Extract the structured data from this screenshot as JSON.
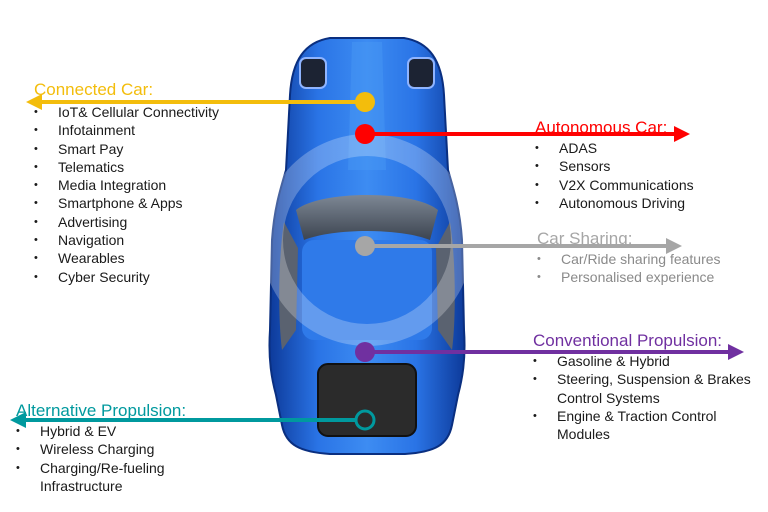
{
  "colors": {
    "connected": "#f3bd0c",
    "autonomous": "#ff0000",
    "sharing": "#a6a6a6",
    "conventional": "#7030a0",
    "alternative": "#00999e",
    "car_body": "#1f5fd0",
    "car_dark": "#2e2e2e"
  },
  "groups": {
    "connected": {
      "title": "Connected Car:",
      "items": [
        "IoT& Cellular Connectivity",
        "Infotainment",
        "Smart Pay",
        "Telematics",
        "Media Integration",
        "Smartphone & Apps",
        "Advertising",
        "Navigation",
        "Wearables",
        "Cyber Security"
      ]
    },
    "autonomous": {
      "title": "Autonomous Car:",
      "items": [
        "ADAS",
        "Sensors",
        "V2X Communications",
        "Autonomous Driving"
      ]
    },
    "sharing": {
      "title": "Car Sharing:",
      "items": [
        "Car/Ride sharing features",
        "Personalised experience"
      ]
    },
    "conventional": {
      "title": "Conventional Propulsion:",
      "items": [
        "Gasoline & Hybrid",
        "Steering, Suspension & Brakes Control Systems",
        "Engine & Traction Control Modules"
      ]
    },
    "alternative": {
      "title": "Alternative Propulsion:",
      "items": [
        "Hybrid & EV",
        "Wireless Charging",
        "Charging/Re-fueling Infrastructure"
      ]
    }
  }
}
